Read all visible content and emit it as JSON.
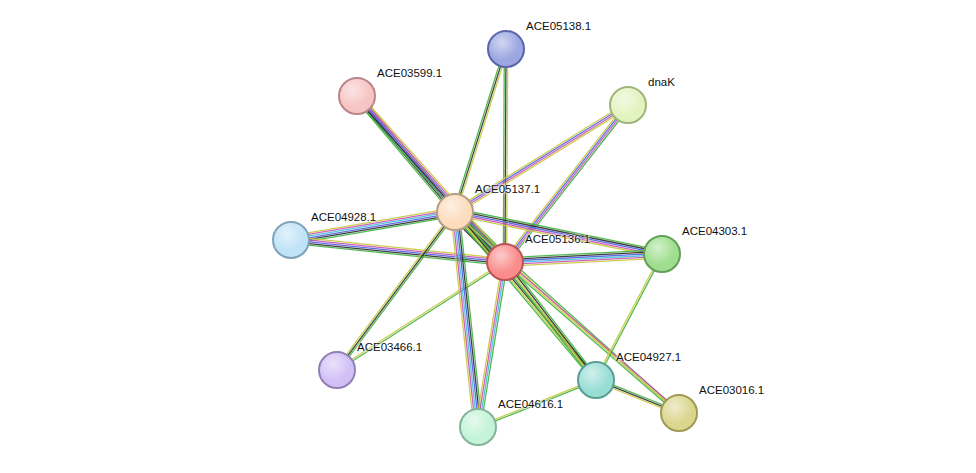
{
  "diagram": {
    "nodes": [
      {
        "text": [
          "ACE05138.1"
        ]
      },
      {
        "text": [
          "ACE03599.1"
        ]
      },
      {
        "text": [
          "dnaK"
        ]
      },
      {
        "text": [
          "ACE05137.1"
        ]
      },
      {
        "text": [
          "ACE04928.1"
        ]
      },
      {
        "text": [
          "ACE05136.1"
        ]
      },
      {
        "text": [
          "ACE04303.1"
        ]
      },
      {
        "text": [
          "ACE03466.1"
        ]
      },
      {
        "text": [
          "ACE04927.1"
        ]
      },
      {
        "text": [
          "ACE03016.1"
        ]
      },
      {
        "text": [
          "ACE04616.1"
        ]
      }
    ],
    "edges": [
      {
        "from": 3,
        "to": 5,
        "arrow": "none"
      },
      {
        "from": 3,
        "to": 0,
        "arrow": "none"
      },
      {
        "from": 5,
        "to": 0,
        "arrow": "none"
      },
      {
        "from": 3,
        "to": 1,
        "arrow": "none"
      },
      {
        "from": 5,
        "to": 1,
        "arrow": "none"
      },
      {
        "from": 3,
        "to": 2,
        "arrow": "none"
      },
      {
        "from": 5,
        "to": 2,
        "arrow": "none"
      },
      {
        "from": 3,
        "to": 4,
        "arrow": "none"
      },
      {
        "from": 5,
        "to": 4,
        "arrow": "none"
      },
      {
        "from": 3,
        "to": 6,
        "arrow": "none"
      },
      {
        "from": 5,
        "to": 6,
        "arrow": "none"
      },
      {
        "from": 3,
        "to": 7,
        "arrow": "none"
      },
      {
        "from": 5,
        "to": 7,
        "arrow": "none"
      },
      {
        "from": 3,
        "to": 10,
        "arrow": "none"
      },
      {
        "from": 5,
        "to": 10,
        "arrow": "none"
      },
      {
        "from": 3,
        "to": 8,
        "arrow": "none"
      },
      {
        "from": 5,
        "to": 8,
        "arrow": "none"
      },
      {
        "from": 3,
        "to": 9,
        "arrow": "none"
      },
      {
        "from": 5,
        "to": 9,
        "arrow": "none"
      },
      {
        "from": 6,
        "to": 8,
        "arrow": "none"
      },
      {
        "from": 8,
        "to": 10,
        "arrow": "none"
      },
      {
        "from": 8,
        "to": 9,
        "arrow": "none"
      }
    ]
  }
}
